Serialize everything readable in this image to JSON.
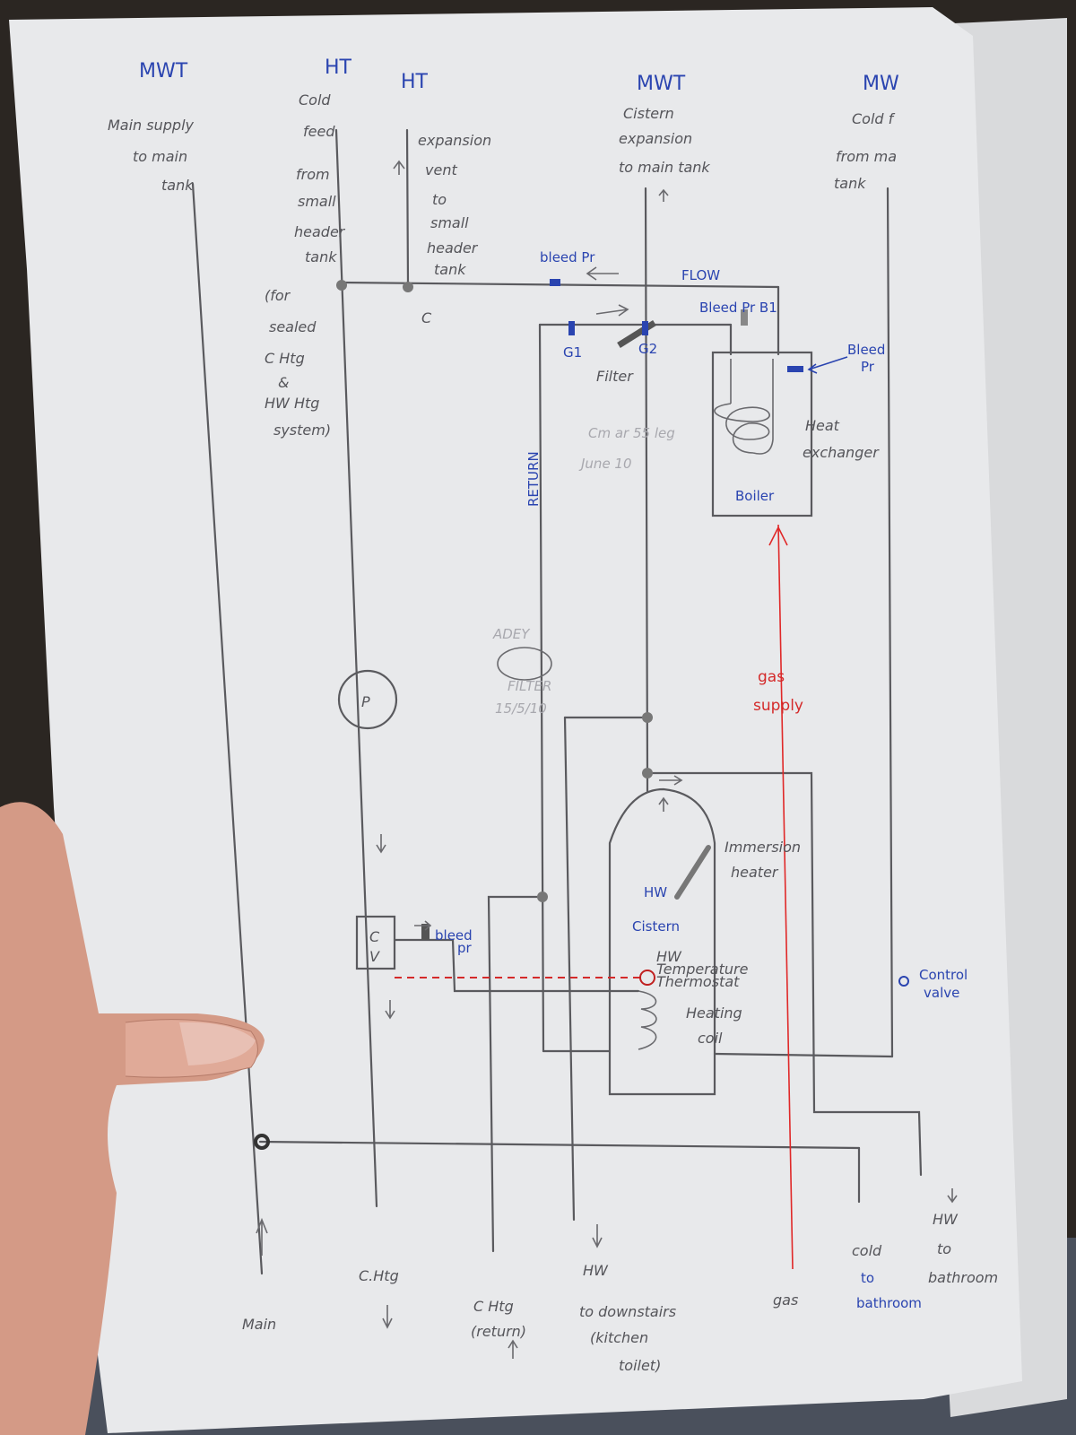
{
  "colors": {
    "pencil": "#5a5a5e",
    "pen_blue": "#2a44b0",
    "gas_red": "#d42a2a",
    "paper": "#e9eaec"
  },
  "columns": [
    {
      "tag": "MWT",
      "lines": [
        "Main supply",
        "to main",
        "tank"
      ]
    },
    {
      "tag": "HT",
      "lines": [
        "Cold",
        "feed",
        "from",
        "small",
        "header",
        "tank"
      ]
    },
    {
      "tag": "HT",
      "lines": [
        "expansion",
        "vent",
        "to",
        "small",
        "header",
        "tank"
      ]
    },
    {
      "tag": "MWT",
      "lines": [
        "Cistern",
        "expansion",
        "to main tank"
      ]
    },
    {
      "tag": "MW",
      "lines": [
        "Cold f",
        "from ma",
        "tank"
      ]
    }
  ],
  "note_sealed": [
    "(for",
    "sealed",
    "C Htg",
    "&",
    "HW Htg",
    "system)"
  ],
  "labels": {
    "c_junction": "C",
    "bleed_top": "bleed Pr",
    "flow": "FLOW",
    "bleed_b1": "Bleed Pr B1",
    "g1": "G1",
    "g2": "G2",
    "filter": "Filter",
    "filter_note": [
      "Cm ar 55 leg",
      "June 10"
    ],
    "bleed_boiler": [
      "Bleed",
      "Pr"
    ],
    "heat_exchanger": [
      "Heat",
      "exchanger"
    ],
    "boiler": "Boiler",
    "return": "RETURN",
    "adey": "ADEY",
    "adey_filter": "FILTER",
    "adey_date": "15/5/10",
    "pump": "P",
    "gas_supply": [
      "gas",
      "supply"
    ],
    "immersion": [
      "Immersion",
      "heater"
    ],
    "hw_cistern": [
      "HW",
      "Cistern"
    ],
    "thermostat": [
      "HW",
      "Temperature",
      "Thermostat"
    ],
    "heating_coil": [
      "Heating",
      "coil"
    ],
    "control_valve": [
      "Control",
      "valve"
    ],
    "valve_c": "C",
    "valve_v": "V",
    "bleed_valve": [
      "bleed",
      "pr"
    ]
  },
  "outlets": [
    {
      "lines": [
        "Main"
      ]
    },
    {
      "lines": [
        "C.Htg"
      ]
    },
    {
      "lines": [
        "C Htg",
        "(return)"
      ]
    },
    {
      "lines": [
        "HW",
        "to downstairs",
        "(kitchen",
        "toilet)"
      ]
    },
    {
      "lines": [
        "gas"
      ]
    },
    {
      "lines": [
        "cold",
        "to",
        "bathroom"
      ]
    },
    {
      "lines": [
        "HW",
        "to",
        "bathroom"
      ]
    }
  ]
}
